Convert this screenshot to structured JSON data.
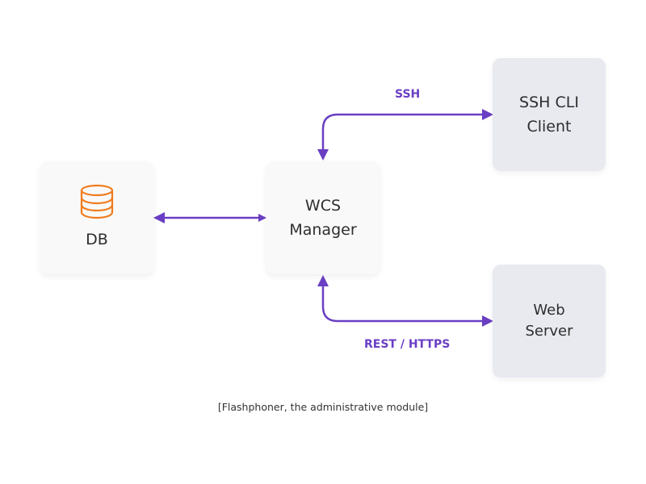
{
  "nodes": {
    "db": {
      "label": "DB",
      "icon": "database-icon"
    },
    "wcs": {
      "label": "WCS\nManager"
    },
    "ssh": {
      "label": "SSH CLI\nClient"
    },
    "web": {
      "label": "Web\nServer"
    }
  },
  "edges": {
    "ssh": {
      "label": "SSH",
      "from": "WCS Manager",
      "to": "SSH CLI Client",
      "direction": "bidirectional"
    },
    "rest": {
      "label": "REST / HTTPS",
      "from": "WCS Manager",
      "to": "Web Server",
      "direction": "bidirectional"
    },
    "db": {
      "label": "",
      "from": "DB",
      "to": "WCS Manager",
      "direction": "bidirectional"
    }
  },
  "caption": "[Flashphoner, the administrative module]",
  "colors": {
    "arrow": "#6a3fc4",
    "icon": "#f07c1e",
    "box_light": "#f9f9f9",
    "box_grey": "#e8eaf0"
  }
}
